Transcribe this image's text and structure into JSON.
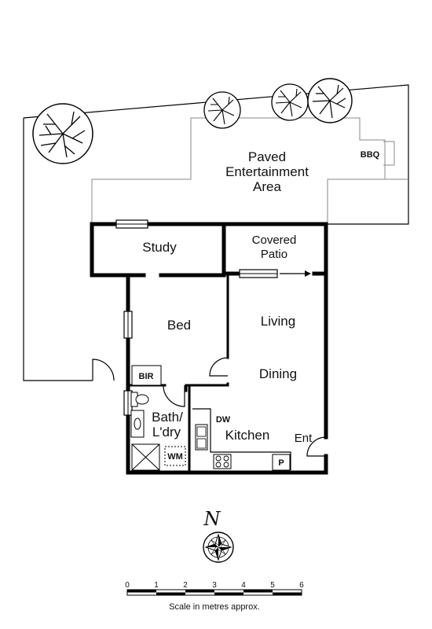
{
  "areas": {
    "paved_line1": "Paved",
    "paved_line2": "Entertainment",
    "paved_line3": "Area",
    "bbq": "BBQ",
    "study": "Study",
    "covered_line1": "Covered",
    "covered_line2": "Patio",
    "bed": "Bed",
    "living": "Living",
    "dining": "Dining",
    "bir": "BIR",
    "bath_line1": "Bath/",
    "bath_line2": "L'dry",
    "dw": "DW",
    "kitchen": "Kitchen",
    "ent": "Ent",
    "wm": "WM",
    "pantry": "P"
  },
  "north": {
    "label": "N"
  },
  "scale": {
    "ticks": [
      "0",
      "1",
      "2",
      "3",
      "4",
      "5",
      "6"
    ],
    "caption": "Scale in metres approx."
  },
  "icons": [
    "tree-icon",
    "compass-rose-icon",
    "door-swing-icon",
    "sliding-door-icon",
    "window-icon",
    "sink-icon",
    "toilet-icon",
    "cooktop-icon",
    "shower-icon"
  ]
}
